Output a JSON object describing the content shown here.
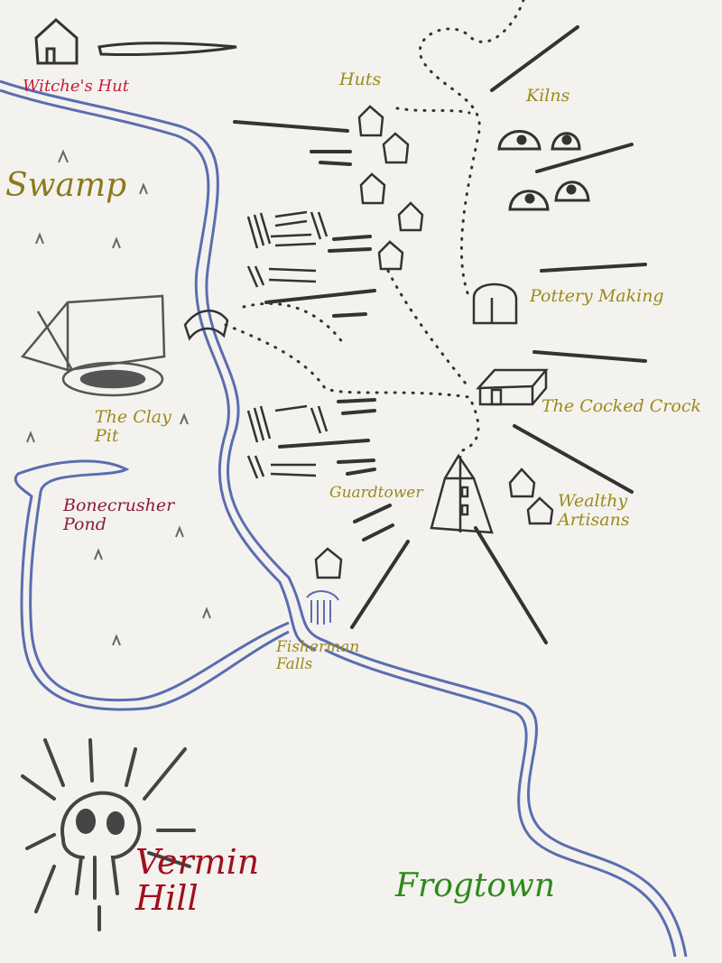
{
  "labels": {
    "witches_hut": "Witche's Hut",
    "huts": "Huts",
    "kilns": "Kilns",
    "swamp": "Swamp",
    "pottery_making": "Pottery Making",
    "cocked_crock": "The Cocked Crock",
    "clay_pit_1": "The Clay",
    "clay_pit_2": "Pit",
    "bonecrusher_1": "Bonecrusher",
    "bonecrusher_2": "Pond",
    "guardtower": "Guardtower",
    "wealthy_1": "Wealthy",
    "wealthy_2": "Artisans",
    "fisherman_1": "Fisherman",
    "fisherman_2": "Falls",
    "vermin_1": "Vermin",
    "vermin_2": "Hill",
    "frogtown": "Frogtown"
  },
  "colors": {
    "river": "#5a6db0",
    "gold_label": "#9c8a1c",
    "witch_label": "#c41e3a",
    "pond_label": "#8c1a40",
    "vermin_label": "#a0101e",
    "frogtown_label": "#2e8a1c",
    "ink": "#3a3a3a"
  }
}
